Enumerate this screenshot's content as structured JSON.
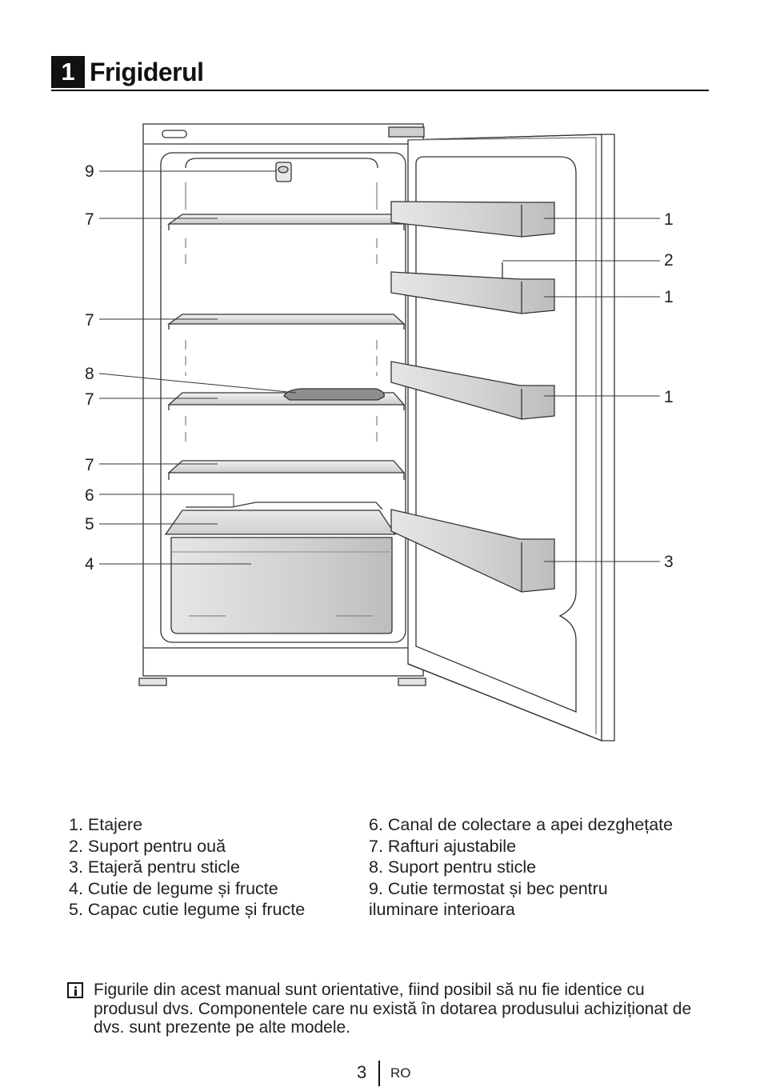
{
  "section": {
    "number": "1",
    "title": "Frigiderul"
  },
  "callouts": {
    "c9": "9",
    "c7a": "7",
    "c7b": "7",
    "c8": "8",
    "c7c": "7",
    "c7d": "7",
    "c6": "6",
    "c5": "5",
    "c4": "4",
    "c1a": "1",
    "c2": "2",
    "c1b": "1",
    "c1c": "1",
    "c3": "3"
  },
  "legend": {
    "left": [
      "1. Etajere",
      "2. Suport pentru ouă",
      "3. Etajeră pentru sticle",
      "4. Cutie de legume și fructe",
      "5. Capac cutie legume și fructe"
    ],
    "right": [
      "6. Canal de colectare a apei dezghețate",
      "7. Rafturi ajustabile",
      "8. Suport pentru sticle",
      "9. Cutie termostat și bec pentru iluminare interioara"
    ]
  },
  "note": {
    "icon": "info-icon",
    "text": "Figurile din acest manual sunt orientative, fiind posibil să nu fie identice cu produsul dvs. Componentele care nu există în dotarea produsului achiziționat de dvs. sunt prezente pe alte modele."
  },
  "footer": {
    "page": "3",
    "lang": "RO"
  }
}
